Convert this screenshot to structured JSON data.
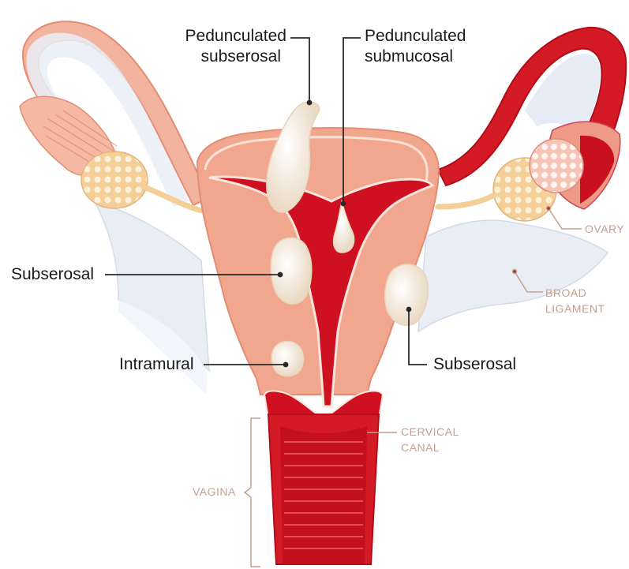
{
  "labels": {
    "pedunculated_subserosal_1": "Pedunculated",
    "pedunculated_subserosal_2": "subserosal",
    "pedunculated_submucosal_1": "Pedunculated",
    "pedunculated_submucosal_2": "submucosal",
    "subserosal_left": "Subserosal",
    "intramural": "Intramural",
    "subserosal_right": "Subserosal",
    "ovary": "OVARY",
    "broad_ligament_1": "BROAD",
    "broad_ligament_2": "LIGAMENT",
    "cervical_canal_1": "CERVICAL",
    "cervical_canal_2": "CANAL",
    "vagina": "VAGINA"
  },
  "colors": {
    "uterus_wall": "#f1a78e",
    "cavity": "#cf1021",
    "fibroid": "#f7ecde",
    "ligament": "#e9eef5",
    "ovary": "#f6d8a8",
    "leader_dark": "#2a2a2a",
    "leader_light": "#c59f90"
  }
}
